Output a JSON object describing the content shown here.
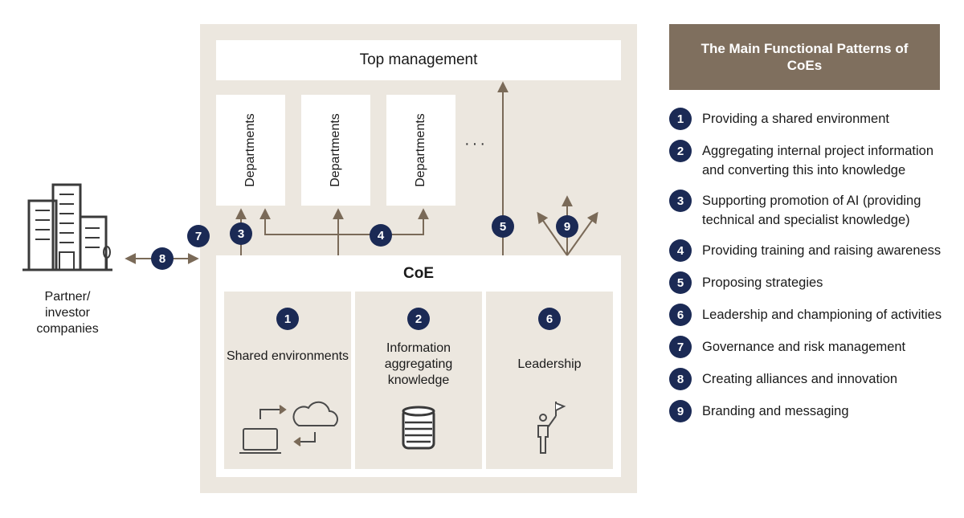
{
  "diagram": {
    "top_management": "Top management",
    "departments": [
      "Departments",
      "Departments",
      "Departments"
    ],
    "ellipsis": "···",
    "coe_title": "CoE",
    "coe_modules": [
      {
        "number": "1",
        "label": "Shared environments",
        "icon": "laptop-cloud-sync-icon"
      },
      {
        "number": "2",
        "label": "Information aggregating knowledge",
        "icon": "database-icon"
      },
      {
        "number": "6",
        "label": "Leadership",
        "icon": "person-flag-icon"
      }
    ],
    "arrow_badges": [
      "3",
      "4",
      "5",
      "9",
      "7",
      "8"
    ],
    "partner_label": "Partner/ investor companies",
    "partner_icon": "office-buildings-icon"
  },
  "legend": {
    "title": "The Main Functional Patterns of CoEs",
    "items": [
      {
        "number": "1",
        "text": "Providing a shared environment"
      },
      {
        "number": "2",
        "text": "Aggregating internal project information and converting this into knowledge"
      },
      {
        "number": "3",
        "text": "Supporting promotion of AI (providing technical and specialist knowledge)"
      },
      {
        "number": "4",
        "text": "Providing training and raising awareness"
      },
      {
        "number": "5",
        "text": "Proposing strategies"
      },
      {
        "number": "6",
        "text": "Leadership and championing of activities"
      },
      {
        "number": "7",
        "text": "Governance and risk management"
      },
      {
        "number": "8",
        "text": "Creating alliances and innovation"
      },
      {
        "number": "9",
        "text": "Branding and messaging"
      }
    ]
  },
  "colors": {
    "panel": "#ece7df",
    "arrow": "#7a6a58",
    "badge": "#1b2a55",
    "legend_header": "#7f6f5e",
    "icon_line": "#4a4a4a"
  }
}
